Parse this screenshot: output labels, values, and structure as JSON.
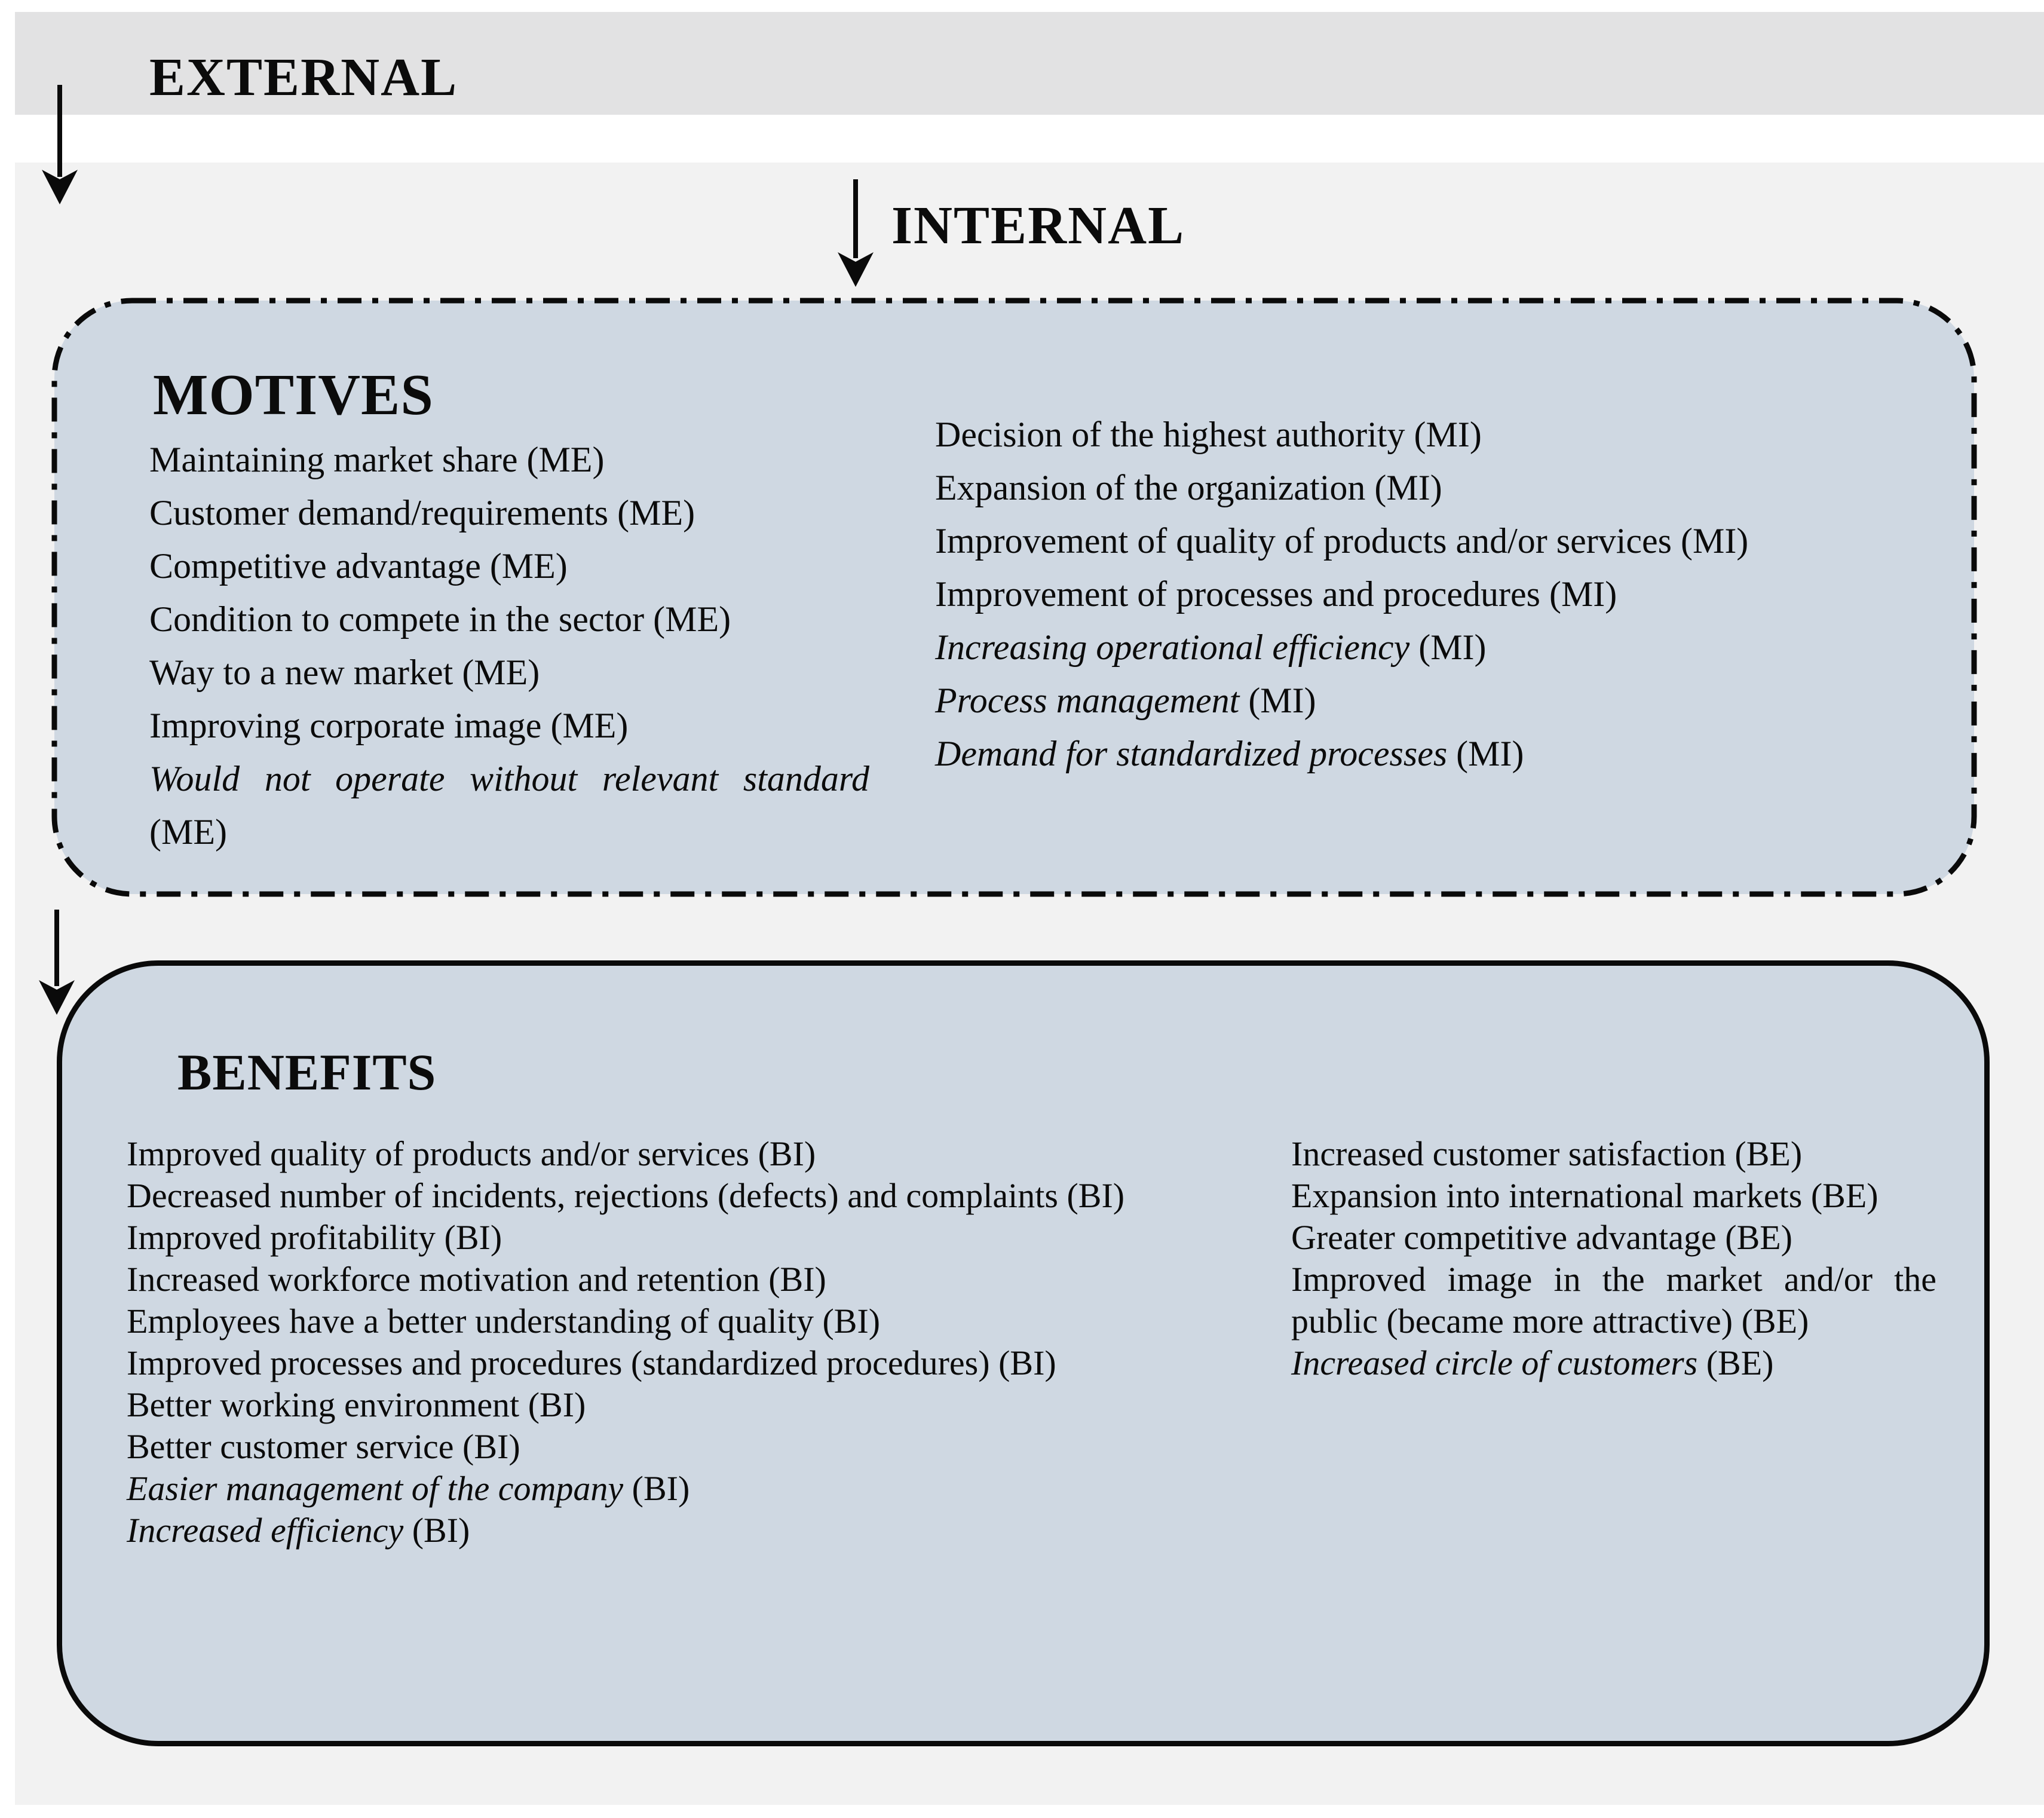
{
  "labels": {
    "external": "EXTERNAL",
    "internal": "INTERNAL"
  },
  "motives": {
    "title": "MOTIVES",
    "left_items": [
      {
        "text": "Maintaining market share",
        "code": "(ME)",
        "italic": false
      },
      {
        "text": "Customer demand/requirements",
        "code": "(ME)",
        "italic": false
      },
      {
        "text": "Competitive advantage",
        "code": "(ME)",
        "italic": false
      },
      {
        "text": "Condition to compete in the sector",
        "code": "(ME)",
        "italic": false
      },
      {
        "text": "Way to a new market",
        "code": "(ME)",
        "italic": false
      },
      {
        "text": "Improving corporate image",
        "code": "(ME)",
        "italic": false
      },
      {
        "text": "Would not operate without relevant standard",
        "code": "(ME)",
        "italic": true
      }
    ],
    "right_items": [
      {
        "text": "Decision of the highest authority",
        "code": "(MI)",
        "italic": false
      },
      {
        "text": "Expansion of the organization",
        "code": "(MI)",
        "italic": false
      },
      {
        "text": "Improvement of quality of products and/or services",
        "code": "(MI)",
        "italic": false
      },
      {
        "text": "Improvement of processes and procedures",
        "code": "(MI)",
        "italic": false
      },
      {
        "text": "Increasing operational efficiency",
        "code": "(MI)",
        "italic": true
      },
      {
        "text": "Process management",
        "code": "(MI)",
        "italic": true
      },
      {
        "text": "Demand for standardized processes",
        "code": "(MI)",
        "italic": true
      }
    ]
  },
  "benefits": {
    "title": "BENEFITS",
    "left_items": [
      {
        "text": "Improved quality of products and/or services",
        "code": "(BI)",
        "italic": false
      },
      {
        "text": "Decreased number of incidents, rejections (defects) and complaints",
        "code": "(BI)",
        "italic": false
      },
      {
        "text": "Improved profitability",
        "code": "(BI)",
        "italic": false
      },
      {
        "text": "Increased workforce motivation and retention",
        "code": "(BI)",
        "italic": false
      },
      {
        "text": "Employees have a better understanding of quality",
        "code": "(BI)",
        "italic": false
      },
      {
        "text": "Improved processes and procedures (standardized procedures)",
        "code": "(BI)",
        "italic": false
      },
      {
        "text": "Better working environment",
        "code": "(BI)",
        "italic": false
      },
      {
        "text": "Better customer service",
        "code": "(BI)",
        "italic": false
      },
      {
        "text": "Easier management of the company",
        "code": "(BI)",
        "italic": true
      },
      {
        "text": "Increased efficiency",
        "code": "(BI)",
        "italic": true
      }
    ],
    "right_items": [
      {
        "text": "Increased customer satisfaction",
        "code": "(BE)",
        "italic": false
      },
      {
        "text": "Expansion into international markets",
        "code": "(BE)",
        "italic": false
      },
      {
        "text": "Greater competitive advantage",
        "code": "(BE)",
        "italic": false
      },
      {
        "text": "Improved image in the market and/or the public (became more attractive)",
        "code": "(BE)",
        "italic": false
      },
      {
        "text": "Increased circle of customers",
        "code": "(BE)",
        "italic": true
      }
    ]
  },
  "colors": {
    "box_fill": "#cfd8e2",
    "box_border": "#0a0a0a",
    "top_band": "#e2e2e3",
    "main_band": "#f2f2f2",
    "text": "#0b0b0b"
  }
}
